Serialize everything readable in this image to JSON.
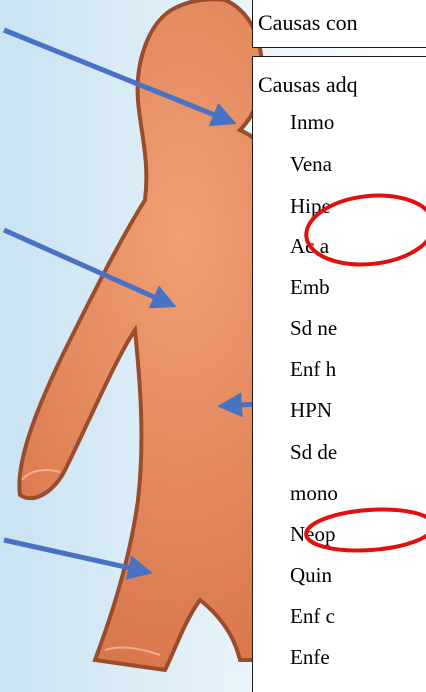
{
  "panel": {
    "heading_congenital": "Causas con",
    "heading_acquired": "Causas adq",
    "items": [
      "Inmo",
      "Vena",
      "Hipe",
      "Ac a",
      "Emb",
      "Sd ne",
      "Enf h",
      "HPN",
      "Sd de",
      "mono",
      "Neop",
      "Quin",
      "Enf c",
      "Enfe"
    ]
  },
  "colors": {
    "figure_fill": "#e8845a",
    "figure_outline": "#c46a44",
    "arrow": "#4a72c4",
    "highlight_ellipse": "#e01010",
    "background_sky": "#e3f0f8"
  },
  "icons": {
    "figure": "gingerbread-figure",
    "arrows": "pointer-arrow",
    "highlights": "red-ellipse"
  }
}
